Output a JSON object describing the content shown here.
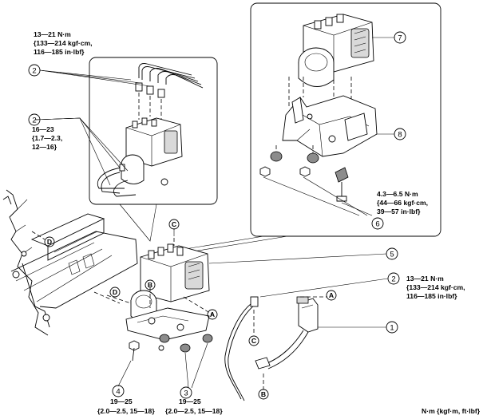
{
  "callouts": {
    "c1": "1",
    "c2a": "2",
    "c2b": "2",
    "c2c": "2",
    "c3": "3",
    "c4": "4",
    "c5": "5",
    "c6": "6",
    "c7": "7",
    "c8": "8"
  },
  "letters": {
    "a_upper": "A",
    "a_lower": "A",
    "b_upper": "B",
    "b_lower": "B",
    "c_upper": "C",
    "c_lower": "C",
    "d_upper": "D",
    "d_lower": "D"
  },
  "torque": {
    "t1": [
      "13—21 N·m",
      "{133—214 kgf·cm,",
      "116—185 in·lbf}"
    ],
    "t2": [
      "16—23",
      "{1.7—2.3,",
      "12—16}"
    ],
    "t3": [
      "4.3—6.5 N·m",
      "{44—66 kgf·cm,",
      "39—57 in·lbf}"
    ],
    "t4": [
      "13—21 N·m",
      "{133—214 kgf·cm,",
      "116—185 in·lbf}"
    ],
    "t5": [
      "19—25",
      "{2.0—2.5, 15—18}"
    ],
    "t6": [
      "19—25",
      "{2.0—2.5, 15—18}"
    ]
  },
  "units_note": "N·m {kgf·m, ft·lbf}"
}
